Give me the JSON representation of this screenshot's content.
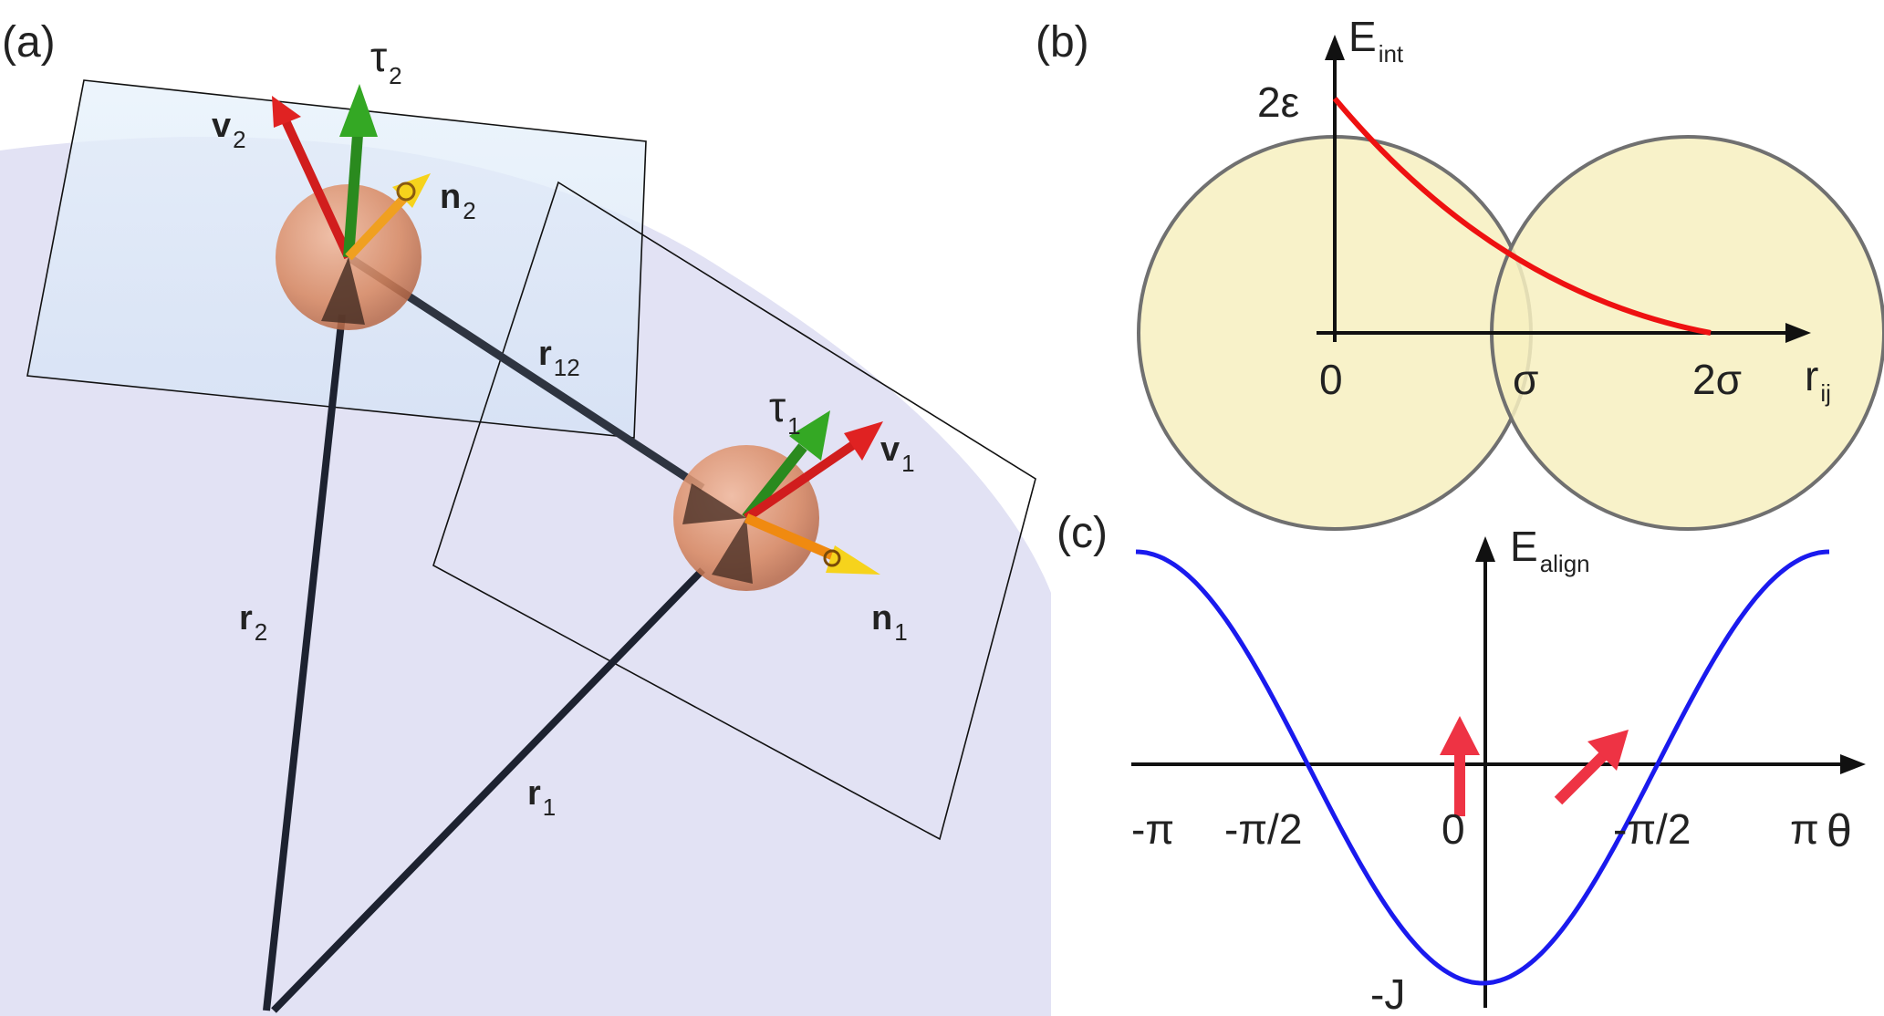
{
  "panels": {
    "a": {
      "label": "(a)"
    },
    "b": {
      "label": "(b)"
    },
    "c": {
      "label": "(c)"
    }
  },
  "panel_a": {
    "v2": {
      "main": "v",
      "sub": "2"
    },
    "tau2": {
      "main": "τ",
      "sub": "2"
    },
    "n2": {
      "main": "n",
      "sub": "2"
    },
    "r12": {
      "main": "r",
      "sub": "12"
    },
    "tau1": {
      "main": "τ",
      "sub": "1"
    },
    "v1": {
      "main": "v",
      "sub": "1"
    },
    "n1": {
      "main": "n",
      "sub": "1"
    },
    "r2": {
      "main": "r",
      "sub": "2"
    },
    "r1": {
      "main": "r",
      "sub": "1"
    }
  },
  "panel_b": {
    "y_axis": {
      "main": "E",
      "sub": "int"
    },
    "x_axis": {
      "main": "r",
      "sub": "ij"
    },
    "y_tick": "2ε",
    "x_ticks": [
      "0",
      "σ",
      "2σ"
    ],
    "colors": {
      "curve": "#ee1111",
      "circle_fill": "#f7f0c0",
      "circle_stroke": "#707070"
    }
  },
  "panel_c": {
    "y_axis": {
      "main": "E",
      "sub": "align"
    },
    "x_axis": "θ",
    "x_ticks": [
      "-π",
      "-π/2",
      "0",
      "-π/2",
      "π"
    ],
    "y_tick": "-J",
    "colors": {
      "curve": "#1a1aee",
      "arrows": "#ee3344"
    }
  }
}
